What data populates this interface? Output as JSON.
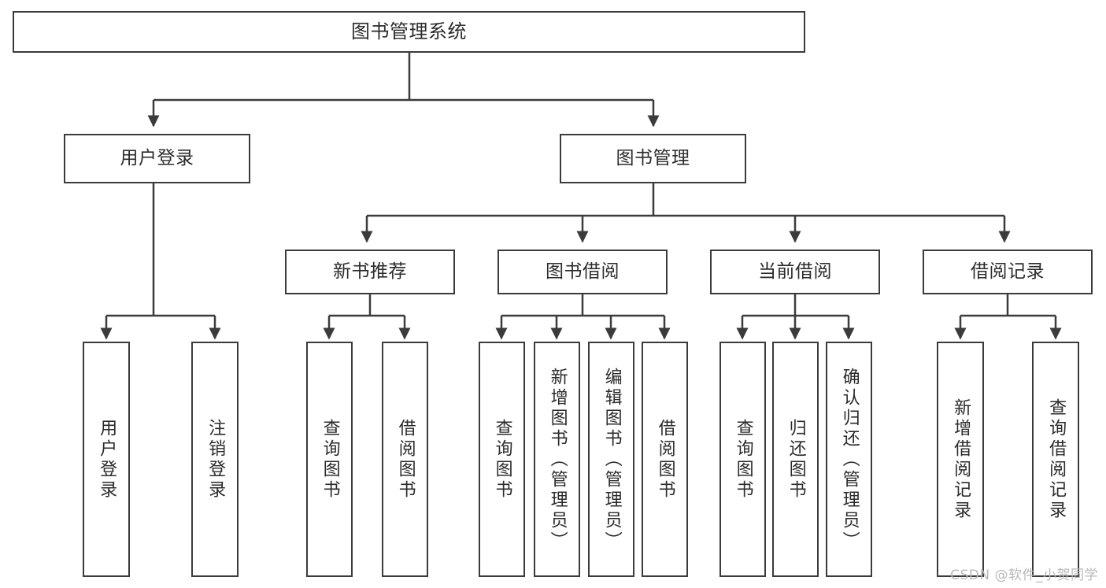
{
  "diagram": {
    "type": "tree",
    "title": "图书管理系统",
    "watermark": "CSDN @软件_小贺同学",
    "colors": {
      "stroke": "#3b3b3b",
      "fill": "#ffffff",
      "text": "#2b2b2b",
      "watermark": "#b9b9b9"
    },
    "nodes": {
      "root": {
        "label": "图书管理系统"
      },
      "level2": [
        {
          "id": "user-login",
          "label": "用户登录"
        },
        {
          "id": "book-manage",
          "label": "图书管理"
        }
      ],
      "level3": [
        {
          "id": "new-book-recommend",
          "label": "新书推荐"
        },
        {
          "id": "book-borrow",
          "label": "图书借阅"
        },
        {
          "id": "current-borrow",
          "label": "当前借阅"
        },
        {
          "id": "borrow-record",
          "label": "借阅记录"
        }
      ],
      "leaves": [
        {
          "id": "leaf-user-login",
          "label": "用户登录",
          "parent": "user-login"
        },
        {
          "id": "leaf-user-logout",
          "label": "注销登录",
          "parent": "user-login"
        },
        {
          "id": "leaf-query-book-1",
          "label": "查询图书",
          "parent": "new-book-recommend"
        },
        {
          "id": "leaf-borrow-book-1",
          "label": "借阅图书",
          "parent": "new-book-recommend"
        },
        {
          "id": "leaf-query-book-2",
          "label": "查询图书",
          "parent": "book-borrow"
        },
        {
          "id": "leaf-add-book",
          "label": "新增图书（管理员）",
          "parent": "book-borrow"
        },
        {
          "id": "leaf-edit-book",
          "label": "编辑图书（管理员）",
          "parent": "book-borrow"
        },
        {
          "id": "leaf-borrow-book-2",
          "label": "借阅图书",
          "parent": "book-borrow"
        },
        {
          "id": "leaf-query-book-3",
          "label": "查询图书",
          "parent": "current-borrow"
        },
        {
          "id": "leaf-return-book",
          "label": "归还图书",
          "parent": "current-borrow"
        },
        {
          "id": "leaf-confirm-return",
          "label": "确认归还（管理员）",
          "parent": "current-borrow"
        },
        {
          "id": "leaf-add-record",
          "label": "新增借阅记录",
          "parent": "borrow-record"
        },
        {
          "id": "leaf-query-record",
          "label": "查询借阅记录",
          "parent": "borrow-record"
        }
      ]
    }
  }
}
